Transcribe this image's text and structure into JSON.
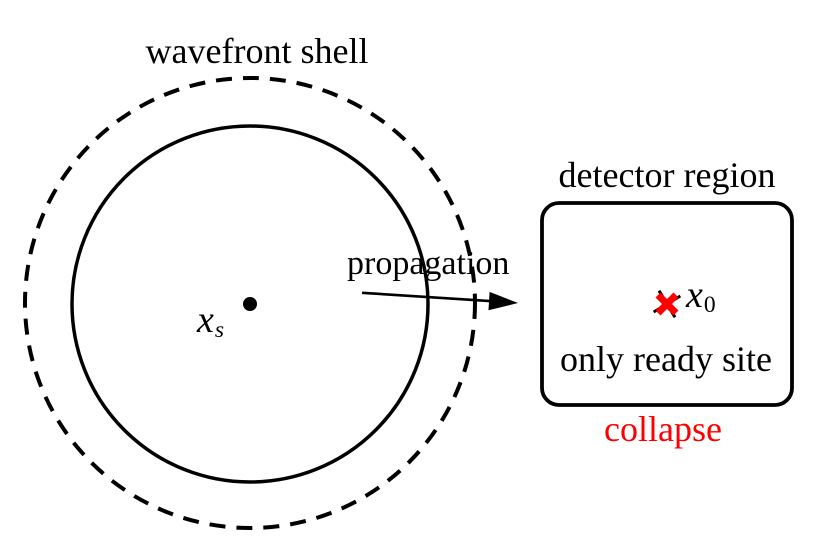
{
  "figure_type": "physics-diagram",
  "labels": {
    "wavefront_shell": "wavefront shell",
    "propagation": "propagation",
    "detector_region": "detector region",
    "only_ready_site": "only ready site",
    "collapse": "collapse"
  },
  "math_labels": {
    "source_point": {
      "base": "x",
      "sub": "s"
    },
    "collapse_site": {
      "base": "x",
      "sub": "0"
    }
  },
  "colors": {
    "ink": "#000000",
    "collapse_red": "#fe0000",
    "background": "#ffffff"
  }
}
